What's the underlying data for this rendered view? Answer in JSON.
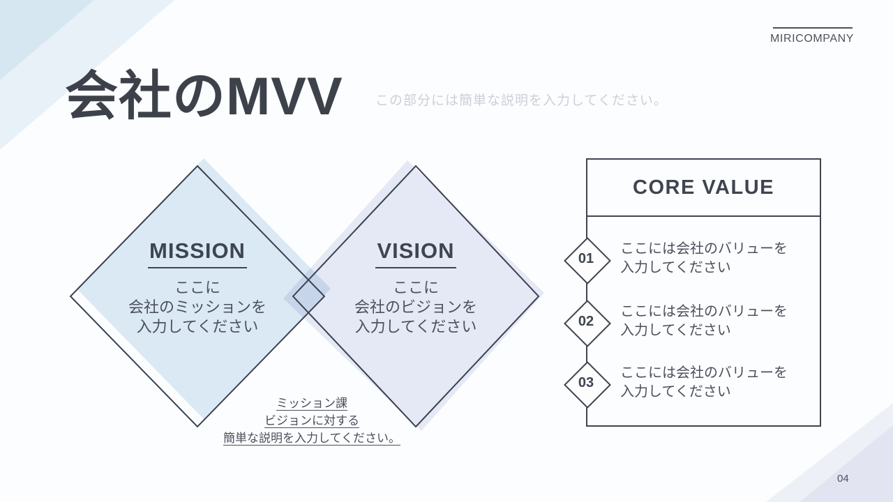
{
  "brand": {
    "name": "MIRICOMPANY"
  },
  "header": {
    "title": "会社のMVV",
    "subtitle": "この部分には簡単な説明を入力してください。"
  },
  "mission": {
    "heading": "MISSION",
    "lines": [
      "ここに",
      "会社のミッションを",
      "入力してください"
    ]
  },
  "vision": {
    "heading": "VISION",
    "lines": [
      "ここに",
      "会社のビジョンを",
      "入力してください"
    ]
  },
  "annotation": {
    "lines": [
      "ミッション課",
      "ビジョンに対する",
      "簡単な説明を入力してください。"
    ]
  },
  "core_value": {
    "heading": "CORE VALUE",
    "items": [
      {
        "number": "01",
        "lines": [
          "ここには会社のバリューを",
          "入力してください"
        ]
      },
      {
        "number": "02",
        "lines": [
          "ここには会社のバリューを",
          "入力してください"
        ]
      },
      {
        "number": "03",
        "lines": [
          "ここには会社のバリューを",
          "入力してください"
        ]
      }
    ]
  },
  "footer": {
    "page_number": "04"
  },
  "colors": {
    "mission_fill": "#deebf5",
    "vision_fill": "#e8eaf6",
    "diamond_outline": "#3a4150",
    "panel_border": "#3f4450",
    "text_dark": "#3f4450",
    "text_body": "#4b515d",
    "subtitle": "#cbd0d8",
    "accent_top_left": "#d7e7f2",
    "accent_bottom_right": "#e2e5f1"
  }
}
